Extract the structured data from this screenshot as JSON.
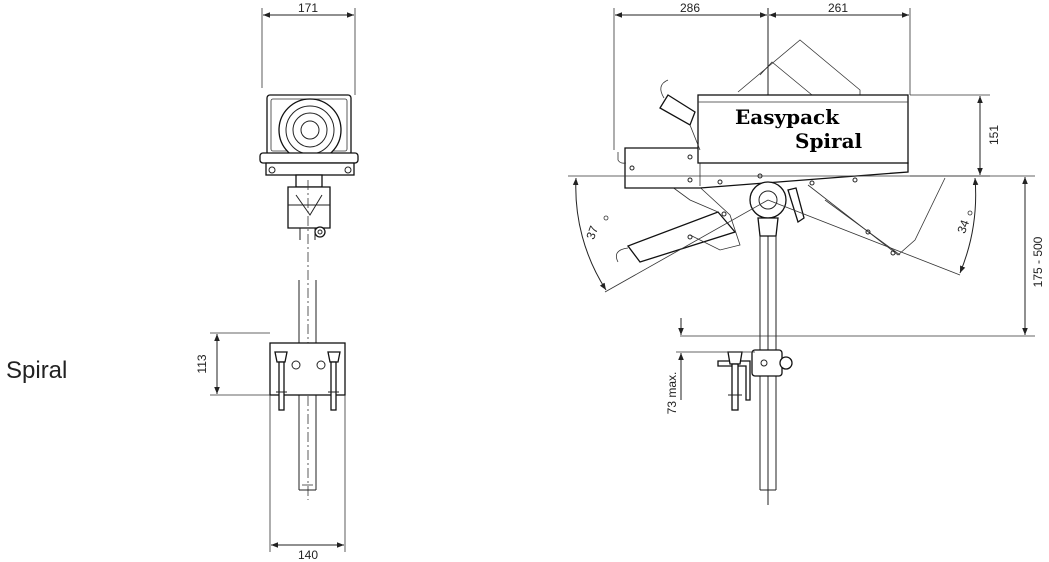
{
  "side_label": "Spiral",
  "front_view": {
    "dims": {
      "top_width": "171",
      "clamp_height": "113",
      "bottom_width": "140"
    }
  },
  "side_view": {
    "brand_line1": "Easypack",
    "brand_line2": "Spiral",
    "dims": {
      "rear_length": "286",
      "front_length": "261",
      "head_height": "151",
      "height_range": "175 - 500",
      "clamp_max": "73 max.",
      "tilt_back": "37",
      "tilt_front": "34"
    }
  },
  "colors": {
    "line": "#222222",
    "background": "#ffffff"
  }
}
